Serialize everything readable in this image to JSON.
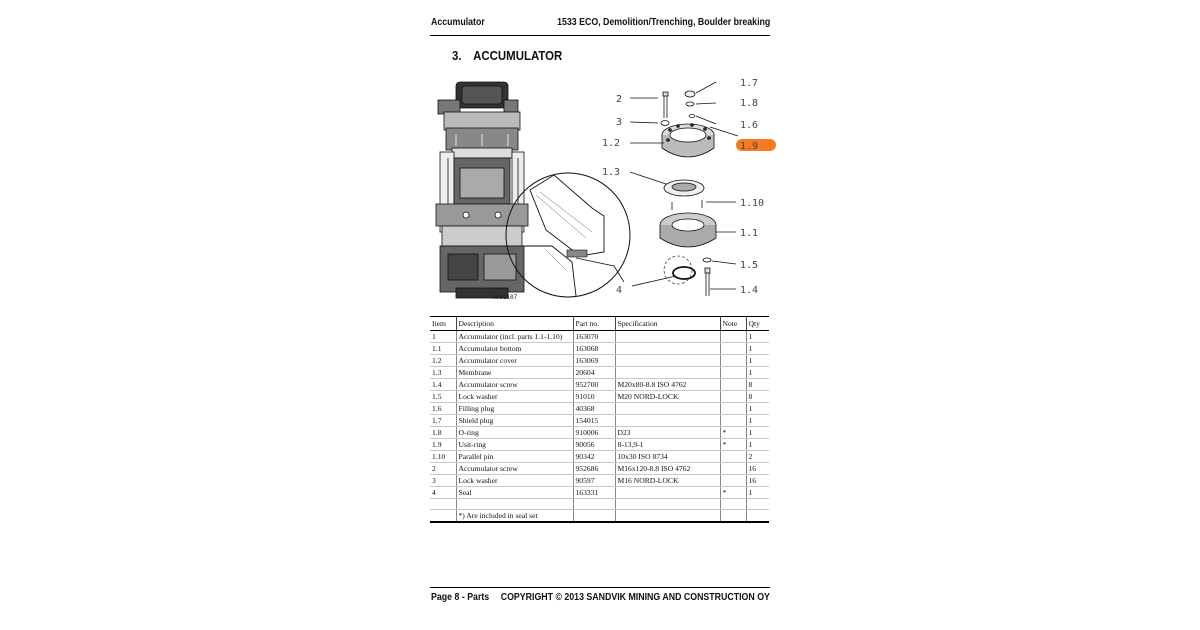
{
  "header": {
    "left": "Accumulator",
    "right": "1533 ECO, Demolition/Trenching, Boulder breaking"
  },
  "section": {
    "number": "3.",
    "title": "ACCUMULATOR"
  },
  "figure": {
    "reference": "R061107",
    "highlight_color": "#f47b20",
    "callouts": {
      "c17": "1.7",
      "c18": "1.8",
      "c16": "1.6",
      "c19": "1.9",
      "c2": "2",
      "c3": "3",
      "c12": "1.2",
      "c13": "1.3",
      "c110": "1.10",
      "c11": "1.1",
      "c15": "1.5",
      "c4": "4",
      "c14": "1.4"
    }
  },
  "table": {
    "headers": [
      "Item",
      "Description",
      "Part no.",
      "Specification",
      "Note",
      "Qty"
    ],
    "rows": [
      [
        "1",
        "Accumulator (incl. parts 1.1-1.10)",
        "163070",
        "",
        "",
        "1"
      ],
      [
        "1.1",
        "Accumulator bottom",
        "163068",
        "",
        "",
        "1"
      ],
      [
        "1.2",
        "Accumulator cover",
        "163069",
        "",
        "",
        "1"
      ],
      [
        "1.3",
        "Membrane",
        "20604",
        "",
        "",
        "1"
      ],
      [
        "1.4",
        "Accumulator screw",
        "952700",
        "M20x80-8.8 ISO 4762",
        "",
        "8"
      ],
      [
        "1.5",
        "Lock washer",
        "91010",
        "M20 NORD-LOCK",
        "",
        "8"
      ],
      [
        "1.6",
        "Filling plug",
        "40368",
        "",
        "",
        "1"
      ],
      [
        "1.7",
        "Shield plug",
        "154015",
        "",
        "",
        "1"
      ],
      [
        "1.8",
        "O-ring",
        "910006",
        "D23",
        "*",
        "1"
      ],
      [
        "1.9",
        "Usit-ring",
        "90056",
        "8-13,9-1",
        "*",
        "1"
      ],
      [
        "1.10",
        "Parallel pin",
        "90342",
        "10x30 ISO 8734",
        "",
        "2"
      ],
      [
        "2",
        "Accumulator screw",
        "952686",
        "M16x120-8.8 ISO 4762",
        "",
        "16"
      ],
      [
        "3",
        "Lock washer",
        "90597",
        "M16 NORD-LOCK",
        "",
        "16"
      ],
      [
        "4",
        "Seal",
        "163331",
        "",
        "*",
        "1"
      ],
      [
        "",
        "",
        "",
        "",
        "",
        ""
      ],
      [
        "",
        "*) Are included in seal set",
        "",
        "",
        "",
        ""
      ]
    ]
  },
  "footer": {
    "left": "Page 8 - Parts",
    "right": "COPYRIGHT © 2013 SANDVIK MINING AND CONSTRUCTION OY"
  }
}
